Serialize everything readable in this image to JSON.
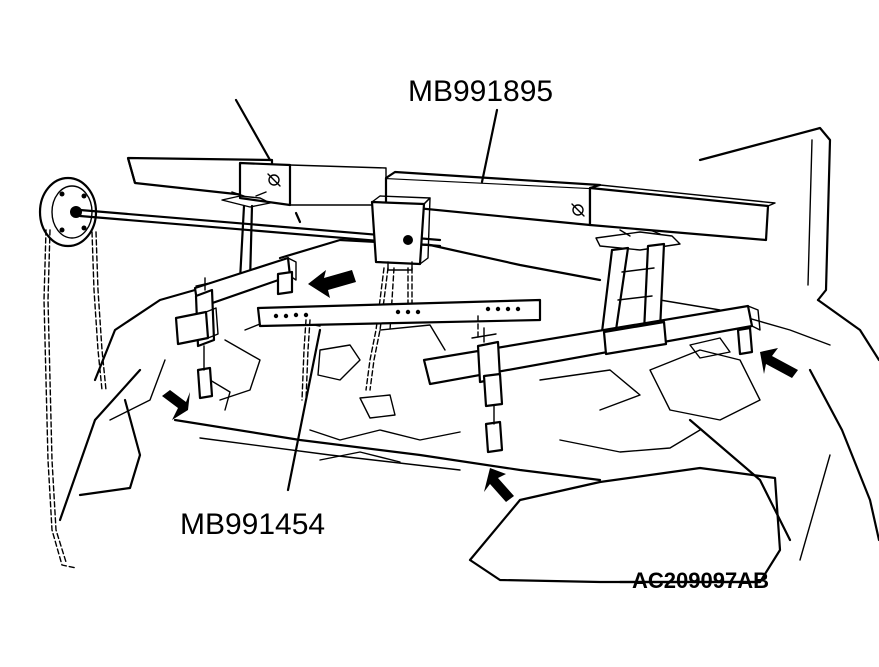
{
  "labels": {
    "tool_top": "MB991895",
    "tool_bottom": "MB991454",
    "figure_id": "AC209097AB"
  }
}
